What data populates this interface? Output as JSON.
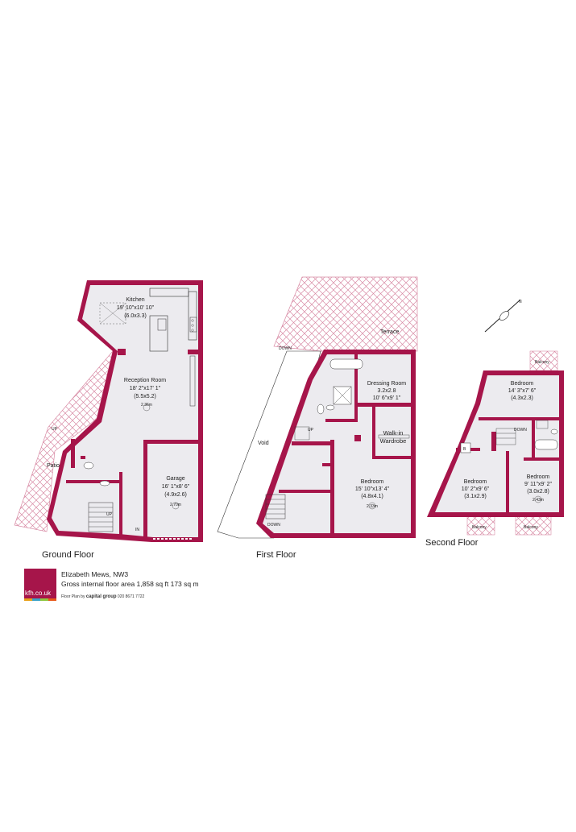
{
  "floors": {
    "ground": "Ground Floor",
    "first": "First Floor",
    "second": "Second Floor"
  },
  "rooms": {
    "kitchen": {
      "name": "Kitchen",
      "imperial": "19' 10\"x10' 10\"",
      "metric": "(6.0x3.3)"
    },
    "reception": {
      "name": "Reception Room",
      "imperial": "18' 2\"x17' 1\"",
      "metric": "(5.5x5.2)",
      "height": "2.36m"
    },
    "garage": {
      "name": "Garage",
      "imperial": "16' 1\"x8' 6\"",
      "metric": "(4.9x2.6)",
      "height": "2.70m"
    },
    "dressing": {
      "name": "Dressing Room",
      "metric_line": "3.2x2.8",
      "imperial": "10' 6\"x9' 1\""
    },
    "walkin": {
      "line1": "Walk-in",
      "line2": "Wardrobe"
    },
    "bedroom_first": {
      "name": "Bedroom",
      "imperial": "15' 10\"x13' 4\"",
      "metric": "(4.8x4.1)",
      "height": "2.33m"
    },
    "bedroom_top": {
      "name": "Bedroom",
      "imperial": "14' 3\"x7' 6\"",
      "metric": "(4.3x2.3)"
    },
    "bedroom_left": {
      "name": "Bedroom",
      "imperial": "10' 2\"x9' 6\"",
      "metric": "(3.1x2.9)"
    },
    "bedroom_right": {
      "name": "Bedroom",
      "imperial": "9' 11\"x9' 2\"",
      "metric": "(3.0x2.8)",
      "height": "2.43m"
    }
  },
  "labels": {
    "patio": "Patio",
    "up": "UP",
    "in": "IN",
    "down": "DOWN",
    "void": "Void",
    "terrace": "Terrace",
    "balcony": "Balcony",
    "b": "B",
    "north": "N"
  },
  "footer": {
    "logo": "kfh.co.uk",
    "address": "Elizabeth Mews, NW3",
    "area": "Gross internal floor area 1,858 sq ft 173 sq m",
    "credit_prefix": "Floor Plan by",
    "credit_brand": "capital group",
    "credit_phone": "020 8671 7722"
  },
  "colors": {
    "wall": "#a6154a",
    "floor_fill": "#ecebef",
    "hatch": "#d88aa4",
    "text": "#222222"
  }
}
